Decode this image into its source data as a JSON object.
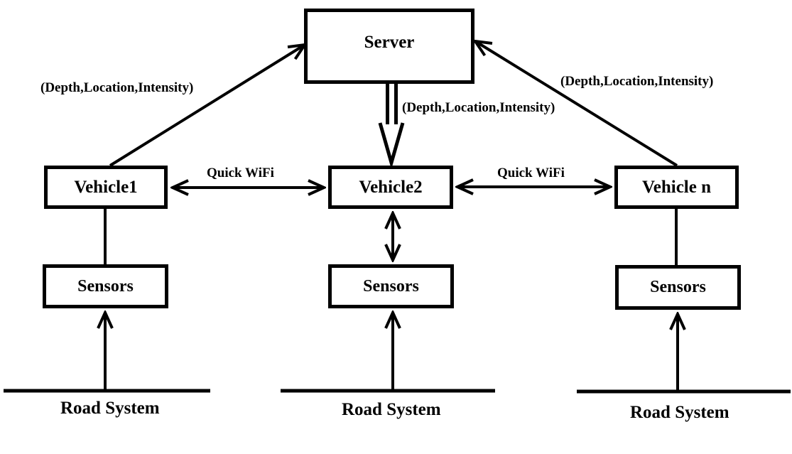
{
  "diagram": {
    "description": "Vehicle-to-server road sensing network diagram",
    "colors": {
      "stroke": "#000000",
      "background": "#ffffff",
      "text": "#000000"
    },
    "nodes": {
      "server": {
        "label": "Server"
      },
      "vehicle1": {
        "label": "Vehicle1"
      },
      "vehicle2": {
        "label": "Vehicle2"
      },
      "vehicle_n": {
        "label": "Vehicle n"
      },
      "sensors_left": {
        "label": "Sensors"
      },
      "sensors_middle": {
        "label": "Sensors"
      },
      "sensors_right": {
        "label": "Sensors"
      },
      "road_left": {
        "label": "Road System"
      },
      "road_middle": {
        "label": "Road System"
      },
      "road_right": {
        "label": "Road System"
      }
    },
    "edge_labels": {
      "uplink_left": "(Depth,Location,Intensity)",
      "downlink_center": "(Depth,Location,Intensity)",
      "uplink_right": "(Depth,Location,Intensity)",
      "wifi_left": "Quick WiFi",
      "wifi_right": "Quick WiFi"
    },
    "edges": [
      {
        "from": "Vehicle1",
        "to": "Server",
        "label": "(Depth,Location,Intensity)",
        "style": "arrow"
      },
      {
        "from": "Server",
        "to": "Vehicle2",
        "label": "(Depth,Location,Intensity)",
        "style": "hollow-double-line-arrow"
      },
      {
        "from": "Vehicle n",
        "to": "Server",
        "label": "(Depth,Location,Intensity)",
        "style": "arrow"
      },
      {
        "from": "Vehicle1",
        "to": "Vehicle2",
        "label": "Quick WiFi",
        "style": "double-arrow"
      },
      {
        "from": "Vehicle2",
        "to": "Vehicle n",
        "label": "Quick WiFi",
        "style": "double-arrow"
      },
      {
        "from": "Vehicle1",
        "to": "Sensors",
        "label": "",
        "style": "line"
      },
      {
        "from": "Vehicle2",
        "to": "Sensors",
        "label": "",
        "style": "double-arrow"
      },
      {
        "from": "Vehicle n",
        "to": "Sensors",
        "label": "",
        "style": "line"
      },
      {
        "from": "Road System",
        "to": "Sensors (left)",
        "label": "",
        "style": "arrow"
      },
      {
        "from": "Road System",
        "to": "Sensors (middle)",
        "label": "",
        "style": "arrow"
      },
      {
        "from": "Road System",
        "to": "Sensors (right)",
        "label": "",
        "style": "arrow"
      }
    ]
  }
}
